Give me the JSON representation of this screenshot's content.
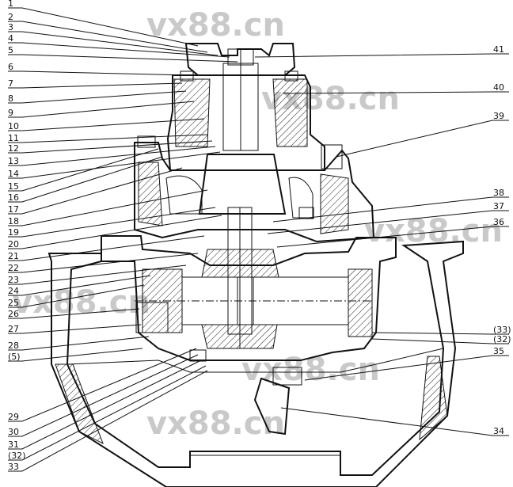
{
  "watermark": "vx88.cn",
  "left_labels": [
    "1",
    "2",
    "3",
    "4",
    "5",
    "6",
    "7",
    "8",
    "9",
    "10",
    "11",
    "12",
    "13",
    "14",
    "15",
    "16",
    "17",
    "18",
    "19",
    "20",
    "21",
    "22",
    "23",
    "24",
    "25",
    "26",
    "27",
    "28",
    "(5)",
    "29",
    "30",
    "31",
    "(32)",
    "33"
  ],
  "right_labels": [
    "41",
    "40",
    "39",
    "38",
    "37",
    "36",
    "(33)",
    "(32)",
    "35",
    "34"
  ],
  "colors": {
    "line": "#111111",
    "watermark": "#c9c9c9",
    "hatch": "#222222",
    "background": "#ffffff"
  }
}
